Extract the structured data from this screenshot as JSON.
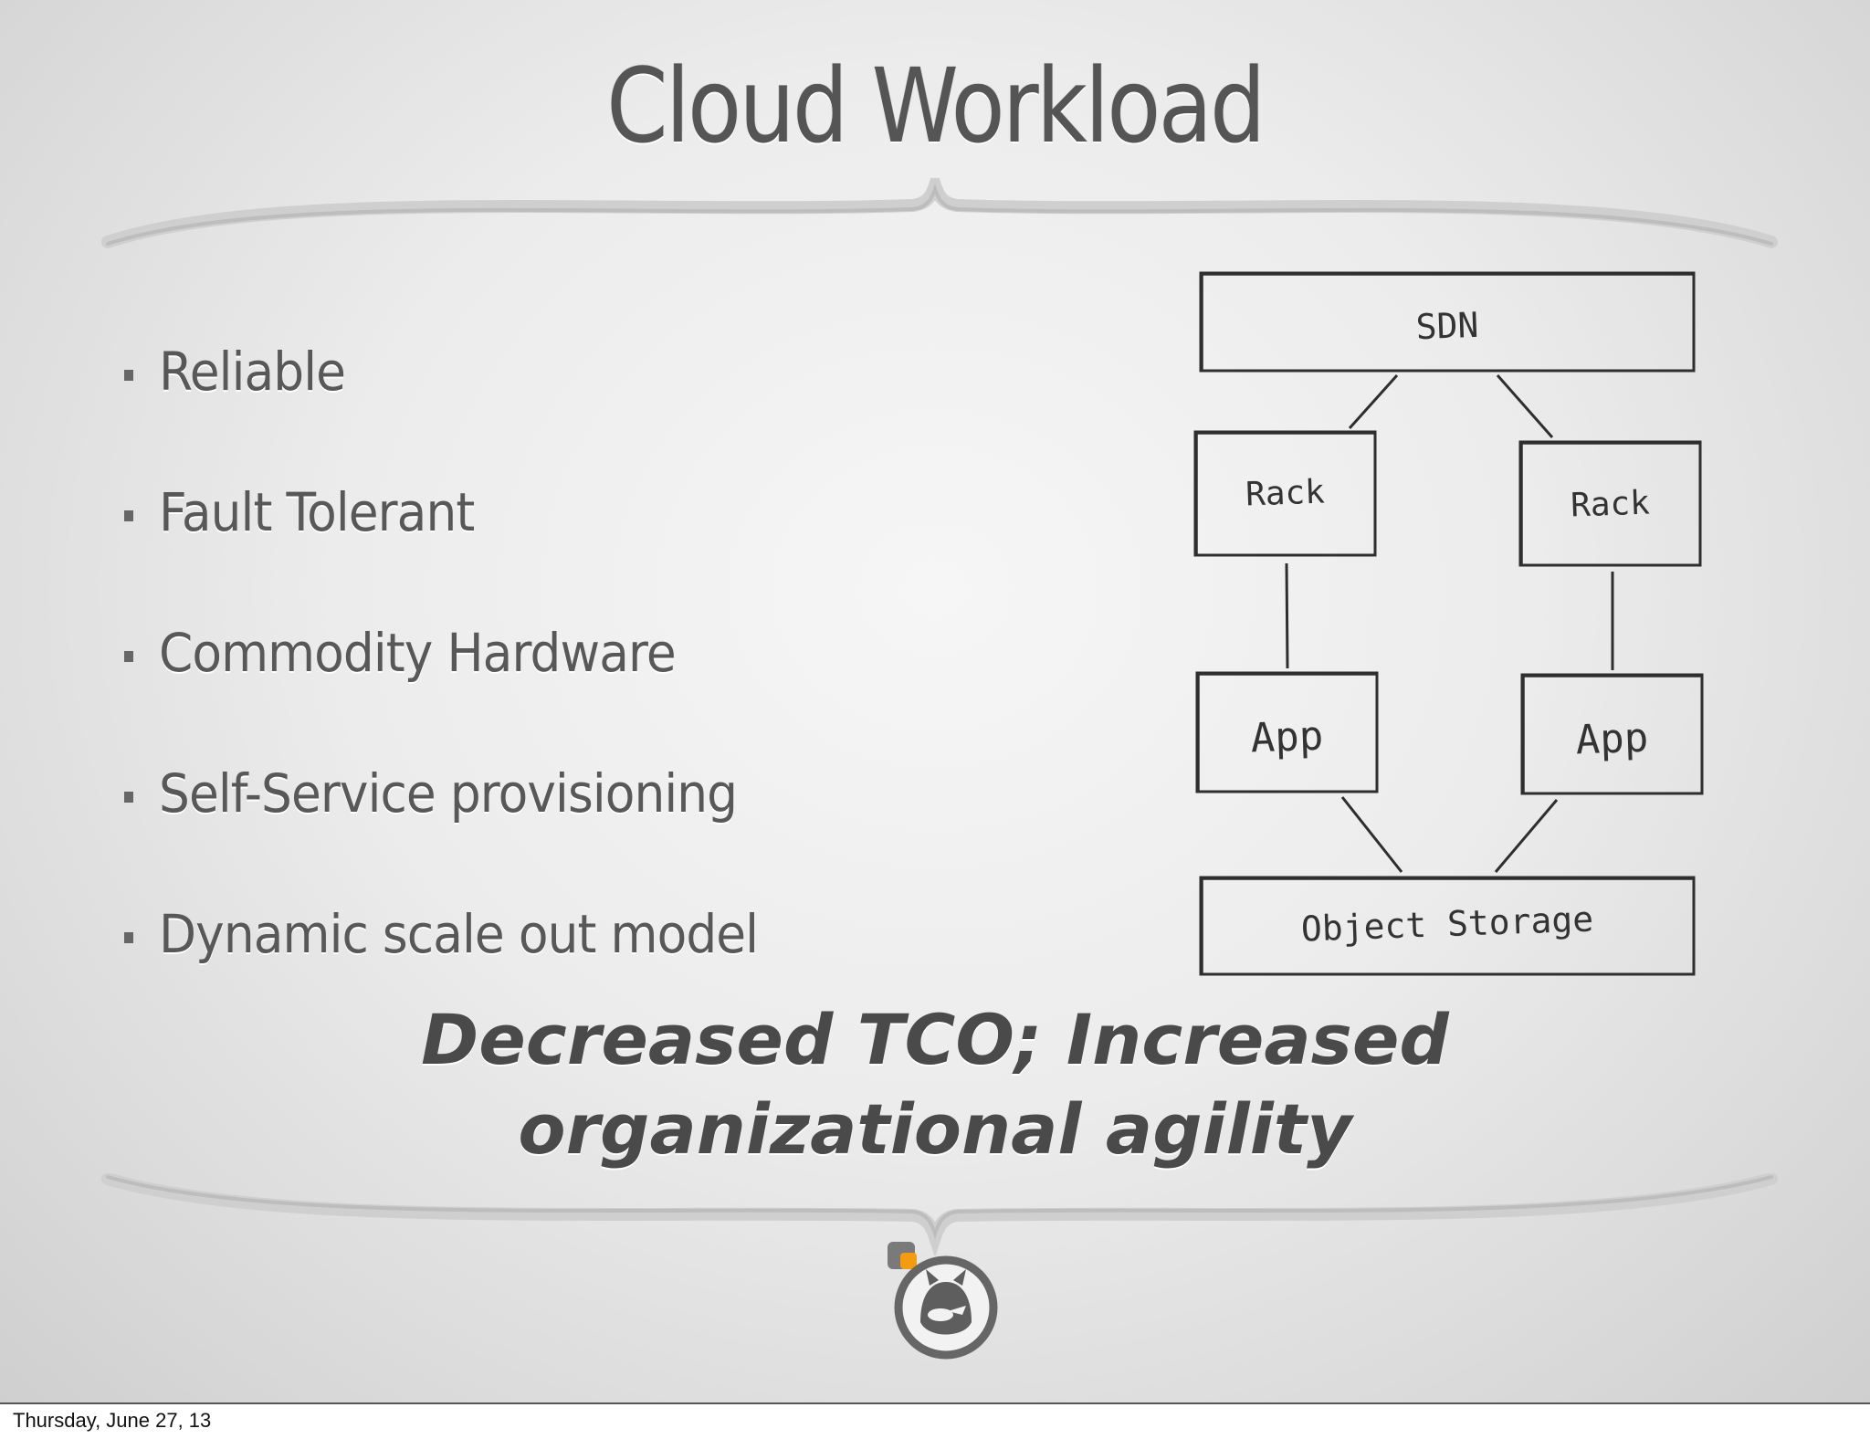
{
  "slide": {
    "title": "Cloud Workload",
    "bullets": [
      "Reliable",
      "Fault Tolerant",
      "Commodity Hardware",
      "Self-Service provisioning",
      "Dynamic scale out model"
    ],
    "diagram": {
      "top_node": "SDN",
      "racks": [
        "Rack",
        "Rack"
      ],
      "apps": [
        "App",
        "App"
      ],
      "bottom_node": "Object Storage"
    },
    "conclusion": [
      "Decreased TCO; Increased",
      "organizational agility"
    ],
    "logo_icon": "octocat-logo-icon"
  },
  "footer": {
    "date": "Thursday, June 27, 13"
  },
  "colors": {
    "text": "#555555",
    "diagram_stroke": "#333333",
    "logo_accent": "#f39c12"
  }
}
